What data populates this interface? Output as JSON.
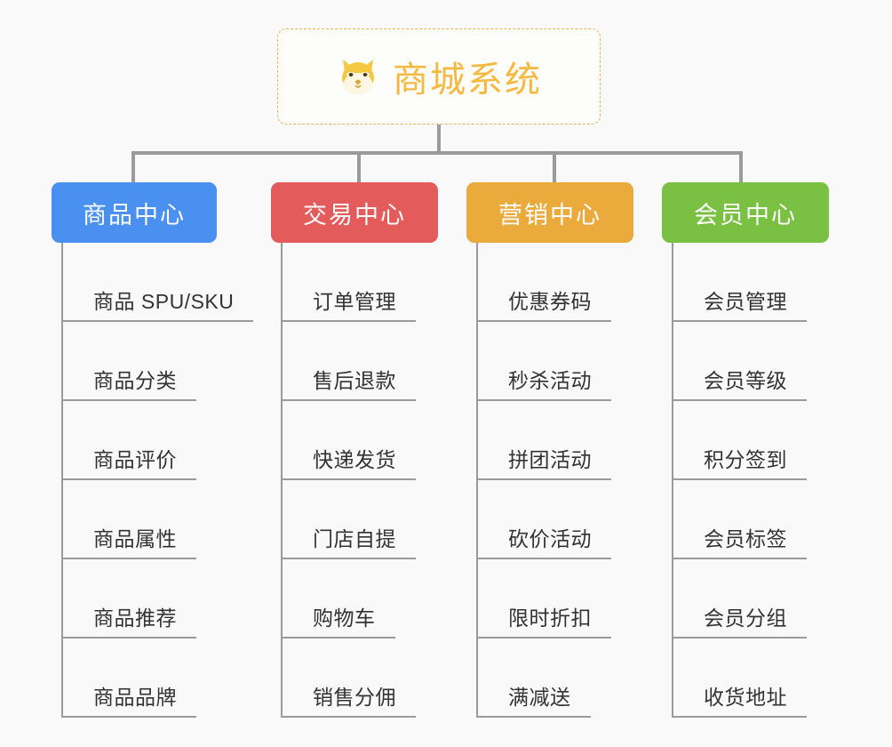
{
  "page": {
    "background": "#f9f9f9",
    "line_color": "#9a9a9a"
  },
  "root": {
    "title": "商城系统",
    "icon": "shiba-dog-face-icon",
    "border_color": "#e8b355",
    "title_color": "#f5b93f"
  },
  "branches": [
    {
      "title": "商品中心",
      "color": "#4a90f0",
      "items": [
        "商品 SPU/SKU",
        "商品分类",
        "商品评价",
        "商品属性",
        "商品推荐",
        "商品品牌"
      ]
    },
    {
      "title": "交易中心",
      "color": "#e35b5b",
      "items": [
        "订单管理",
        "售后退款",
        "快递发货",
        "门店自提",
        "购物车",
        "销售分佣"
      ]
    },
    {
      "title": "营销中心",
      "color": "#eaaa3c",
      "items": [
        "优惠券码",
        "秒杀活动",
        "拼团活动",
        "砍价活动",
        "限时折扣",
        "满减送"
      ]
    },
    {
      "title": "会员中心",
      "color": "#7ac143",
      "items": [
        "会员管理",
        "会员等级",
        "积分签到",
        "会员标签",
        "会员分组",
        "收货地址"
      ]
    }
  ],
  "layout": {
    "branch_left": [
      58,
      305,
      525,
      745
    ],
    "branch_width": [
      186,
      188,
      188,
      188
    ],
    "drop_left": [
      148,
      402,
      622,
      832
    ]
  }
}
